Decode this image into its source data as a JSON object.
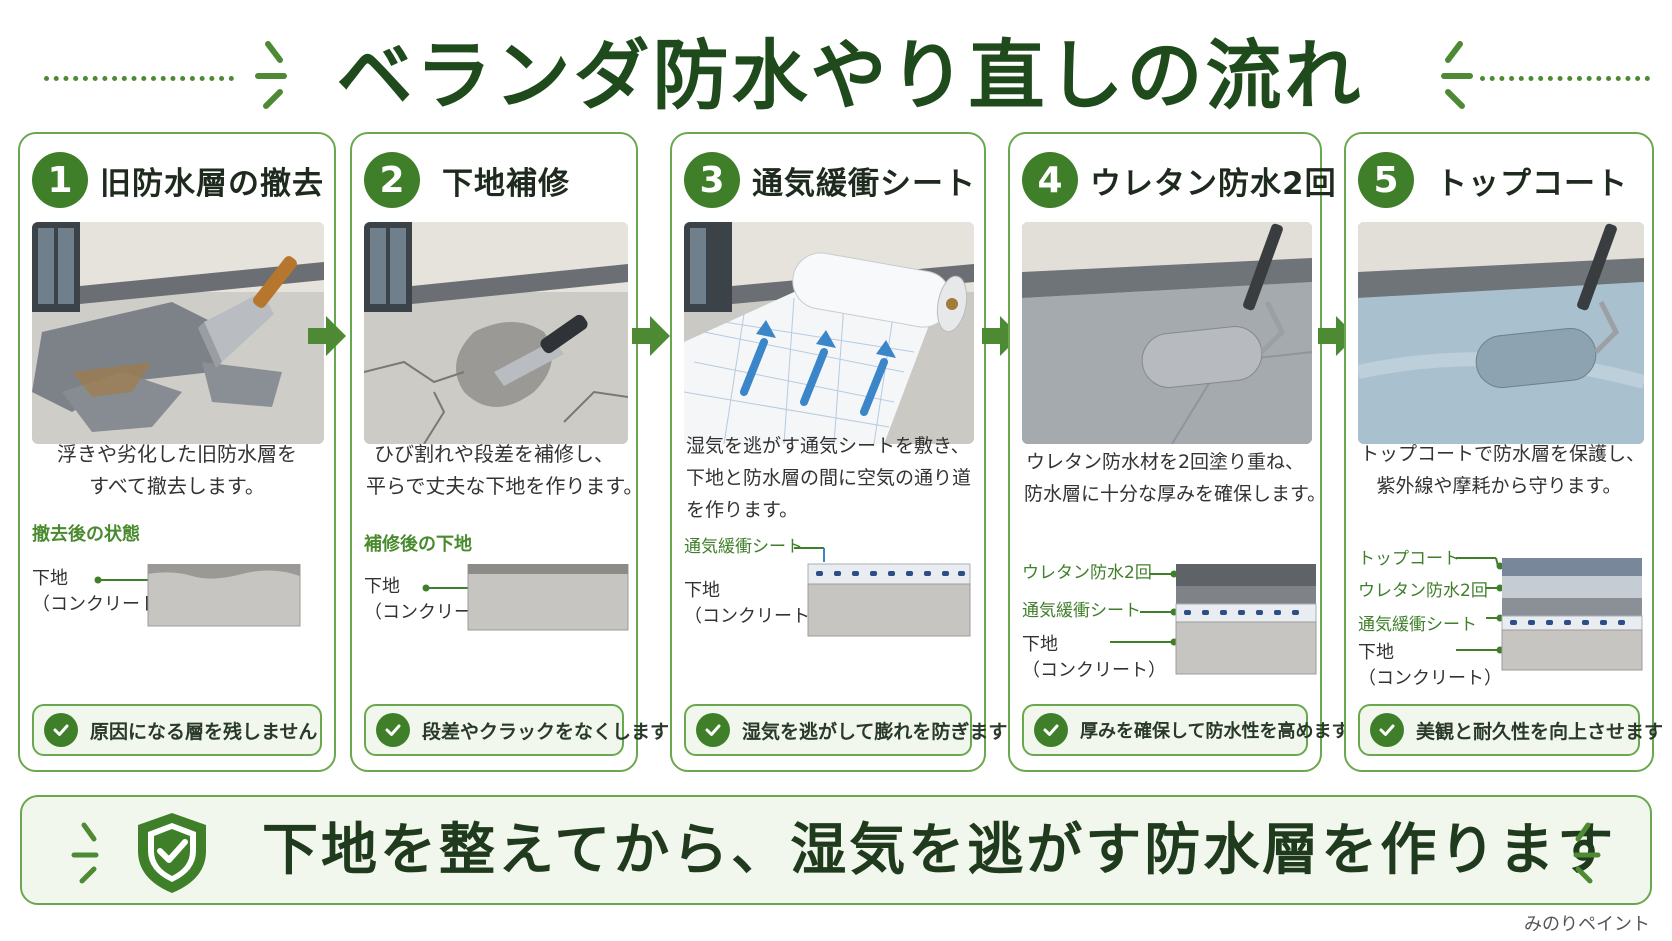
{
  "title": "ベランダ防水やり直しの流れ",
  "steps": [
    {
      "number": "1",
      "title": "旧防水層の撤去",
      "description": [
        "浮きや劣化した旧防水層を",
        "すべて撤去します。"
      ],
      "state_label": "撤去後の状態",
      "layers": [
        "下地",
        "（コンクリート）"
      ],
      "check": "原因になる層を残しません"
    },
    {
      "number": "2",
      "title": "下地補修",
      "description": [
        "ひび割れや段差を補修し、",
        "平らで丈夫な下地を作ります。"
      ],
      "state_label": "補修後の下地",
      "layers": [
        "下地",
        "（コンクリート）"
      ],
      "check": "段差やクラックをなくします"
    },
    {
      "number": "3",
      "title": "通気緩衝シート",
      "description": [
        "湿気を逃がす通気シートを敷き、",
        "下地と防水層の間に空気の通り道",
        "を作ります。"
      ],
      "layer_top": "通気緩衝シート",
      "layers": [
        "下地",
        "（コンクリート）"
      ],
      "check": "湿気を逃がして膨れを防ぎます"
    },
    {
      "number": "4",
      "title": "ウレタン防水2回",
      "description": [
        "ウレタン防水材を2回塗り重ね、",
        "防水層に十分な厚みを確保します。"
      ],
      "layer_labels": [
        "ウレタン防水2回",
        "通気緩衝シート"
      ],
      "layers": [
        "下地",
        "（コンクリート）"
      ],
      "check": "厚みを確保して防水性を高めます"
    },
    {
      "number": "5",
      "title": "トップコート",
      "description": [
        "トップコートで防水層を保護し、",
        "紫外線や摩耗から守ります。"
      ],
      "layer_labels": [
        "トップコート",
        "ウレタン防水2回",
        "通気緩衝シート"
      ],
      "layers": [
        "下地",
        "（コンクリート）"
      ],
      "check": "美観と耐久性を向上させます"
    }
  ],
  "bottom_message": "下地を整えてから、湿気を逃がす防水層を作ります",
  "brand": "みのりペイント",
  "colors": {
    "primary_green": "#3f7f2a",
    "border_green": "#6aa84f",
    "title_green": "#1e4a1c"
  }
}
